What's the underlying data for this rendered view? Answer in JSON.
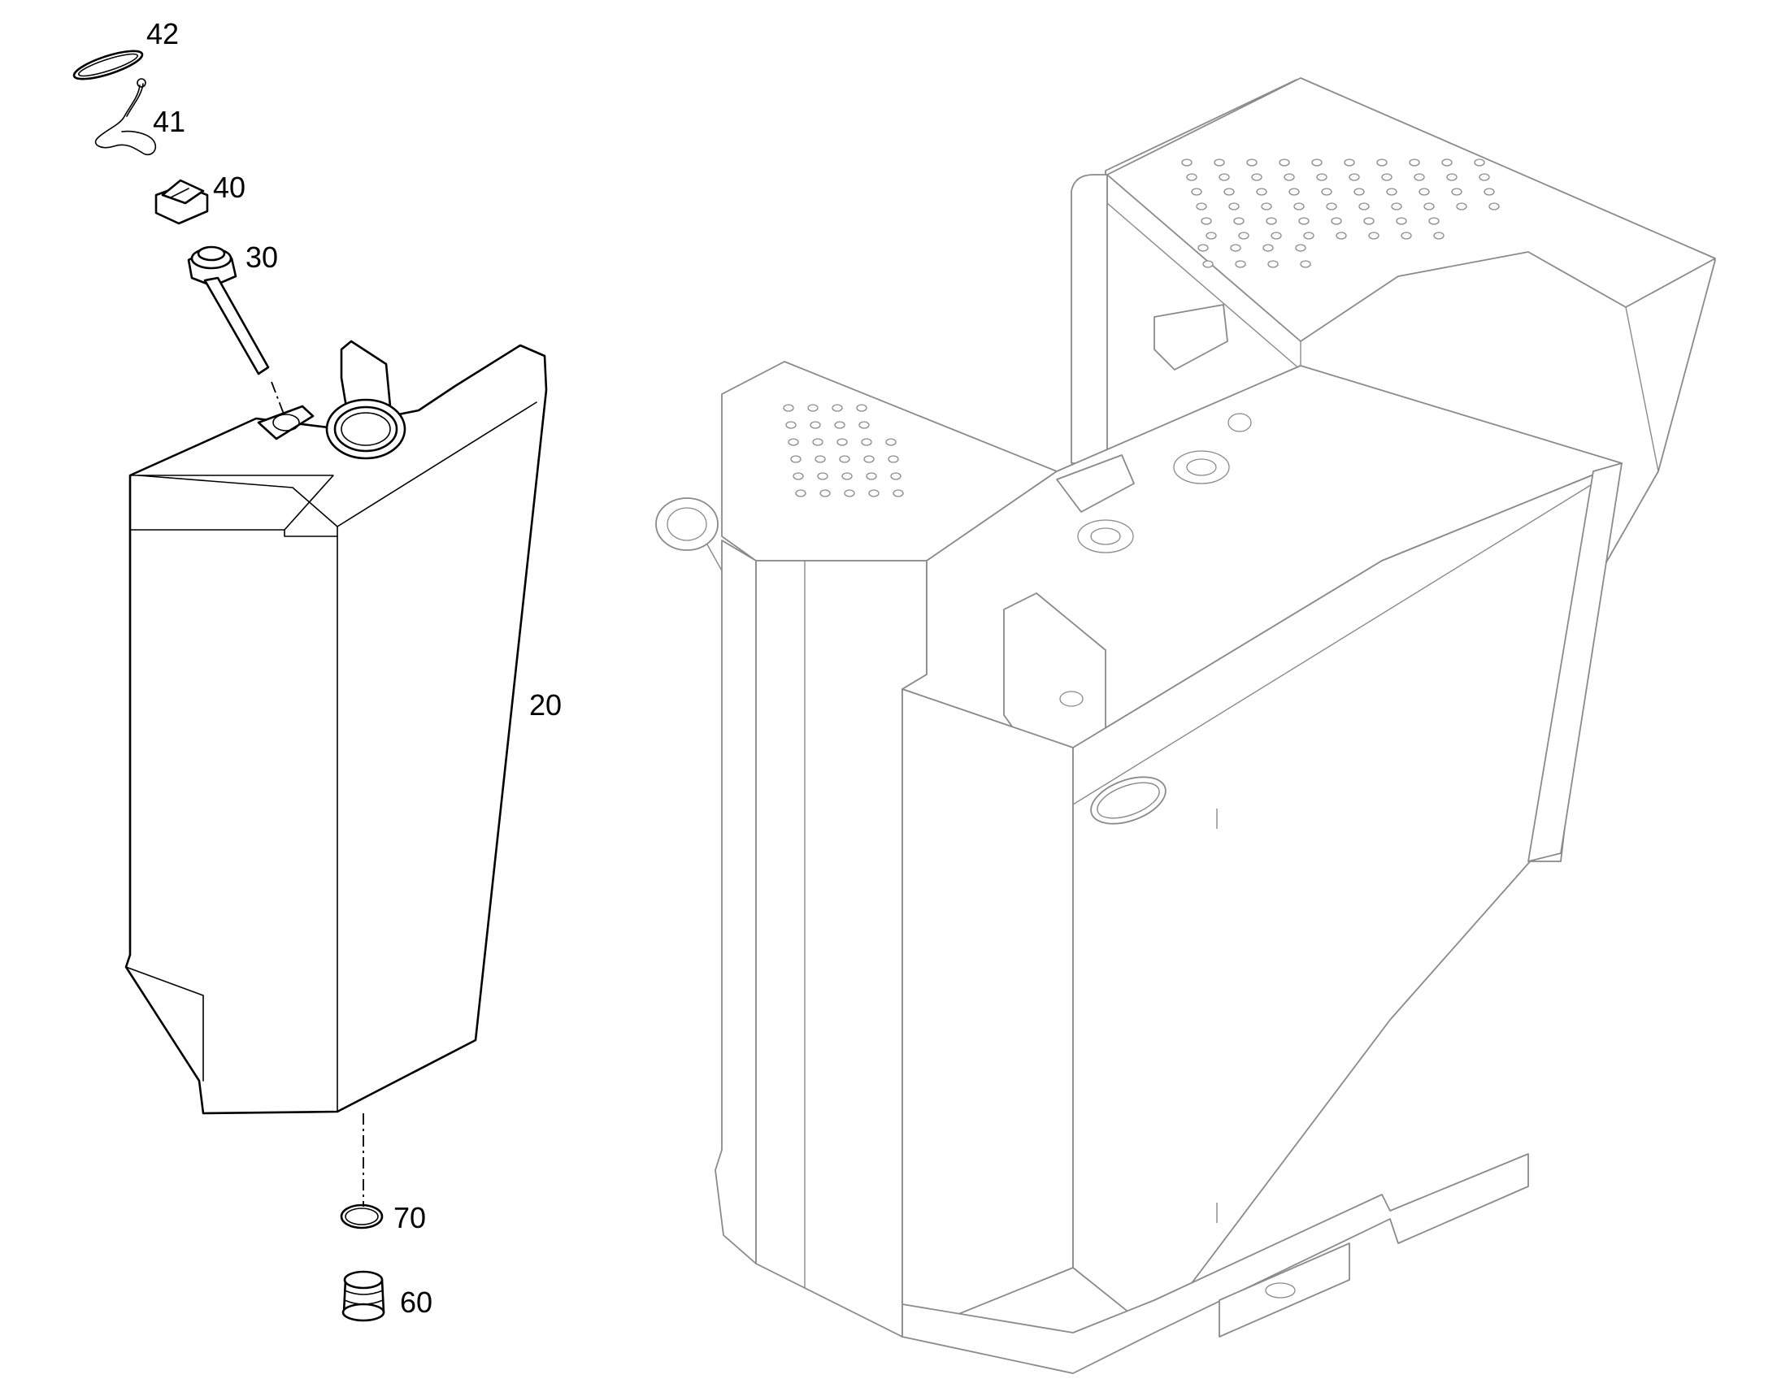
{
  "callouts": {
    "c20": "20",
    "c30": "30",
    "c40": "40",
    "c41": "41",
    "c42": "42",
    "c60": "60",
    "c70": "70"
  }
}
